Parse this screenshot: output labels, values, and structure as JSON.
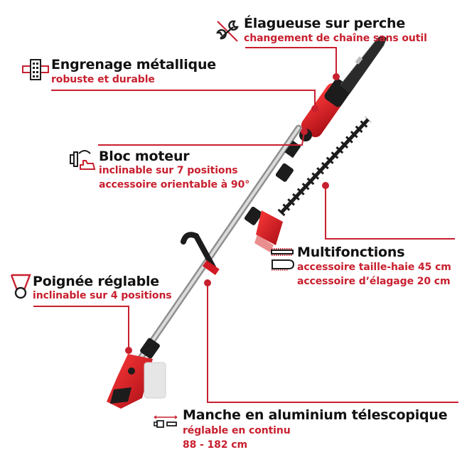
{
  "colors": {
    "accent": "#c8202f",
    "text": "#111111",
    "tool_red": "#d11a24",
    "tool_black": "#1c1c1c",
    "shaft": "#bdbdbd"
  },
  "features": [
    {
      "id": "pole-saw",
      "icon": "wrench-crossed-icon",
      "title": "Élagueuse sur perche",
      "subtitle": [
        "changement de chaîne sans outil"
      ]
    },
    {
      "id": "metal-gear",
      "icon": "gear-block-icon",
      "title": "Engrenage métallique",
      "subtitle": [
        "robuste et durable"
      ]
    },
    {
      "id": "motor-block",
      "icon": "tilt-motor-icon",
      "title": "Bloc moteur",
      "subtitle": [
        "inclinable sur 7 positions",
        "accessoire orientable à 90°"
      ]
    },
    {
      "id": "multifunction",
      "icon": "hedge-chain-icon",
      "title": "Multifonctions",
      "subtitle": [
        "accessoire taille-haie 45 cm",
        "accessoire d’élagage 20 cm"
      ]
    },
    {
      "id": "handle",
      "icon": "adjustable-handle-icon",
      "title": "Poignée réglable",
      "subtitle": [
        "inclinable sur 4 positions"
      ]
    },
    {
      "id": "telescopic-shaft",
      "icon": "telescopic-icon",
      "title": "Manche en aluminium télescopique",
      "subtitle": [
        "réglable en continu",
        "88 - 182 cm"
      ]
    }
  ]
}
